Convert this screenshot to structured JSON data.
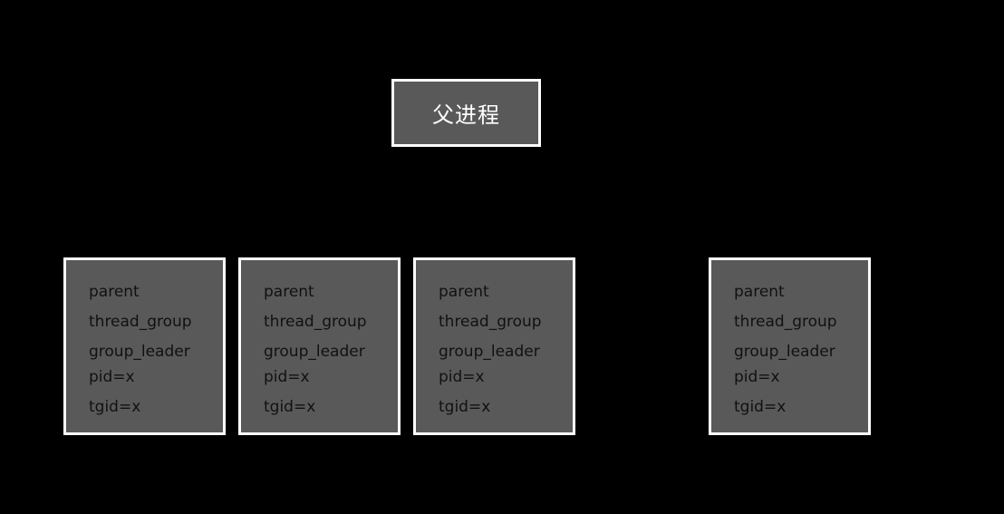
{
  "parent_process": {
    "label": "父进程"
  },
  "tasks": [
    {
      "fields": {
        "parent": "parent",
        "thread_group": "thread_group",
        "group_leader": "group_leader",
        "pid": "pid=x",
        "tgid": "tgid=x"
      }
    },
    {
      "fields": {
        "parent": "parent",
        "thread_group": "thread_group",
        "group_leader": "group_leader",
        "pid": "pid=x",
        "tgid": "tgid=x"
      }
    },
    {
      "fields": {
        "parent": "parent",
        "thread_group": "thread_group",
        "group_leader": "group_leader",
        "pid": "pid=x",
        "tgid": "tgid=x"
      }
    },
    {
      "fields": {
        "parent": "parent",
        "thread_group": "thread_group",
        "group_leader": "group_leader",
        "pid": "pid=x",
        "tgid": "tgid=x"
      }
    }
  ],
  "colors": {
    "background": "#000000",
    "box_fill": "#595959",
    "box_border": "#ffffff",
    "parent_text": "#ffffff",
    "field_text": "#111111"
  }
}
